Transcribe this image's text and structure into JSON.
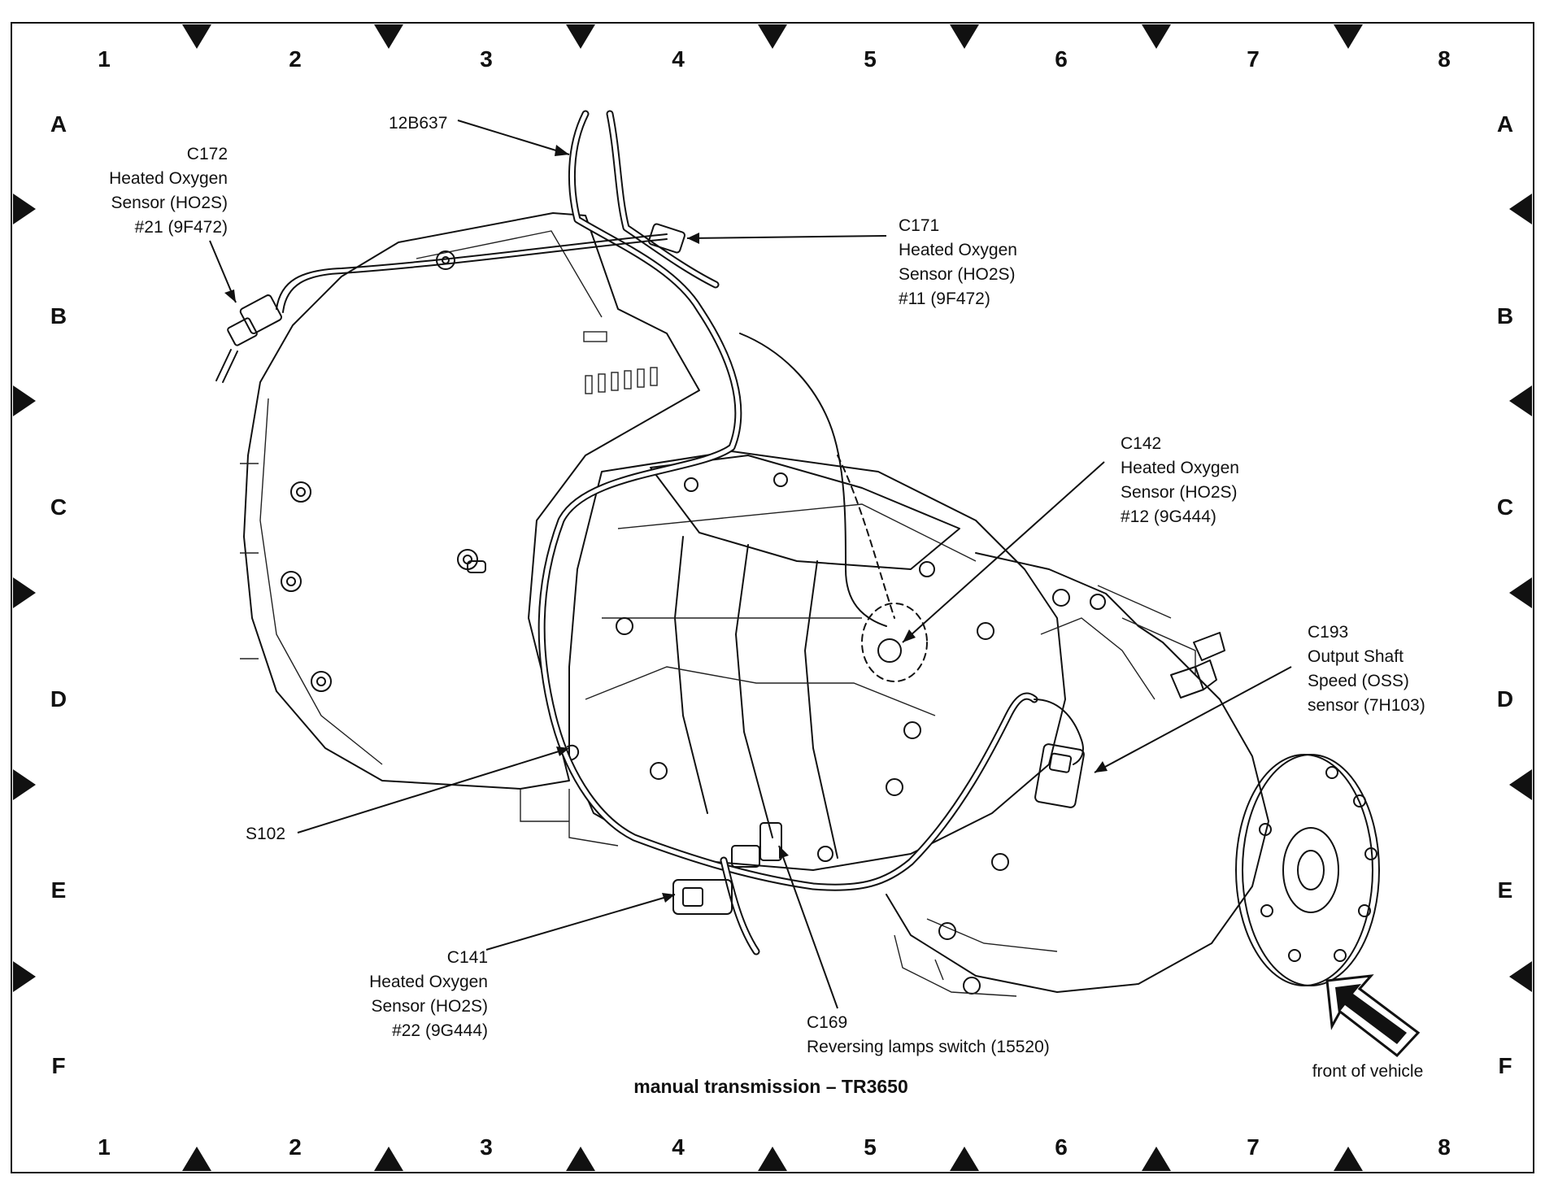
{
  "grid": {
    "columns": [
      "1",
      "2",
      "3",
      "4",
      "5",
      "6",
      "7",
      "8"
    ],
    "rows": [
      "A",
      "B",
      "C",
      "D",
      "E",
      "F"
    ]
  },
  "callouts": {
    "c12b637": {
      "lines": [
        "12B637"
      ]
    },
    "c172": {
      "lines": [
        "C172",
        "Heated Oxygen",
        "Sensor (HO2S)",
        "#21 (9F472)"
      ]
    },
    "c171": {
      "lines": [
        "C171",
        "Heated Oxygen",
        "Sensor (HO2S)",
        "#11 (9F472)"
      ]
    },
    "c142": {
      "lines": [
        "C142",
        "Heated Oxygen",
        "Sensor (HO2S)",
        "#12 (9G444)"
      ]
    },
    "c193": {
      "lines": [
        "C193",
        "Output Shaft",
        "Speed (OSS)",
        "sensor (7H103)"
      ]
    },
    "s102": {
      "lines": [
        "S102"
      ]
    },
    "c141": {
      "lines": [
        "C141",
        "Heated Oxygen",
        "Sensor (HO2S)",
        "#22 (9G444)"
      ]
    },
    "c169": {
      "lines": [
        "C169",
        "Reversing lamps switch (15520)"
      ]
    }
  },
  "front_label": "front of vehicle",
  "title": "manual transmission – TR3650"
}
